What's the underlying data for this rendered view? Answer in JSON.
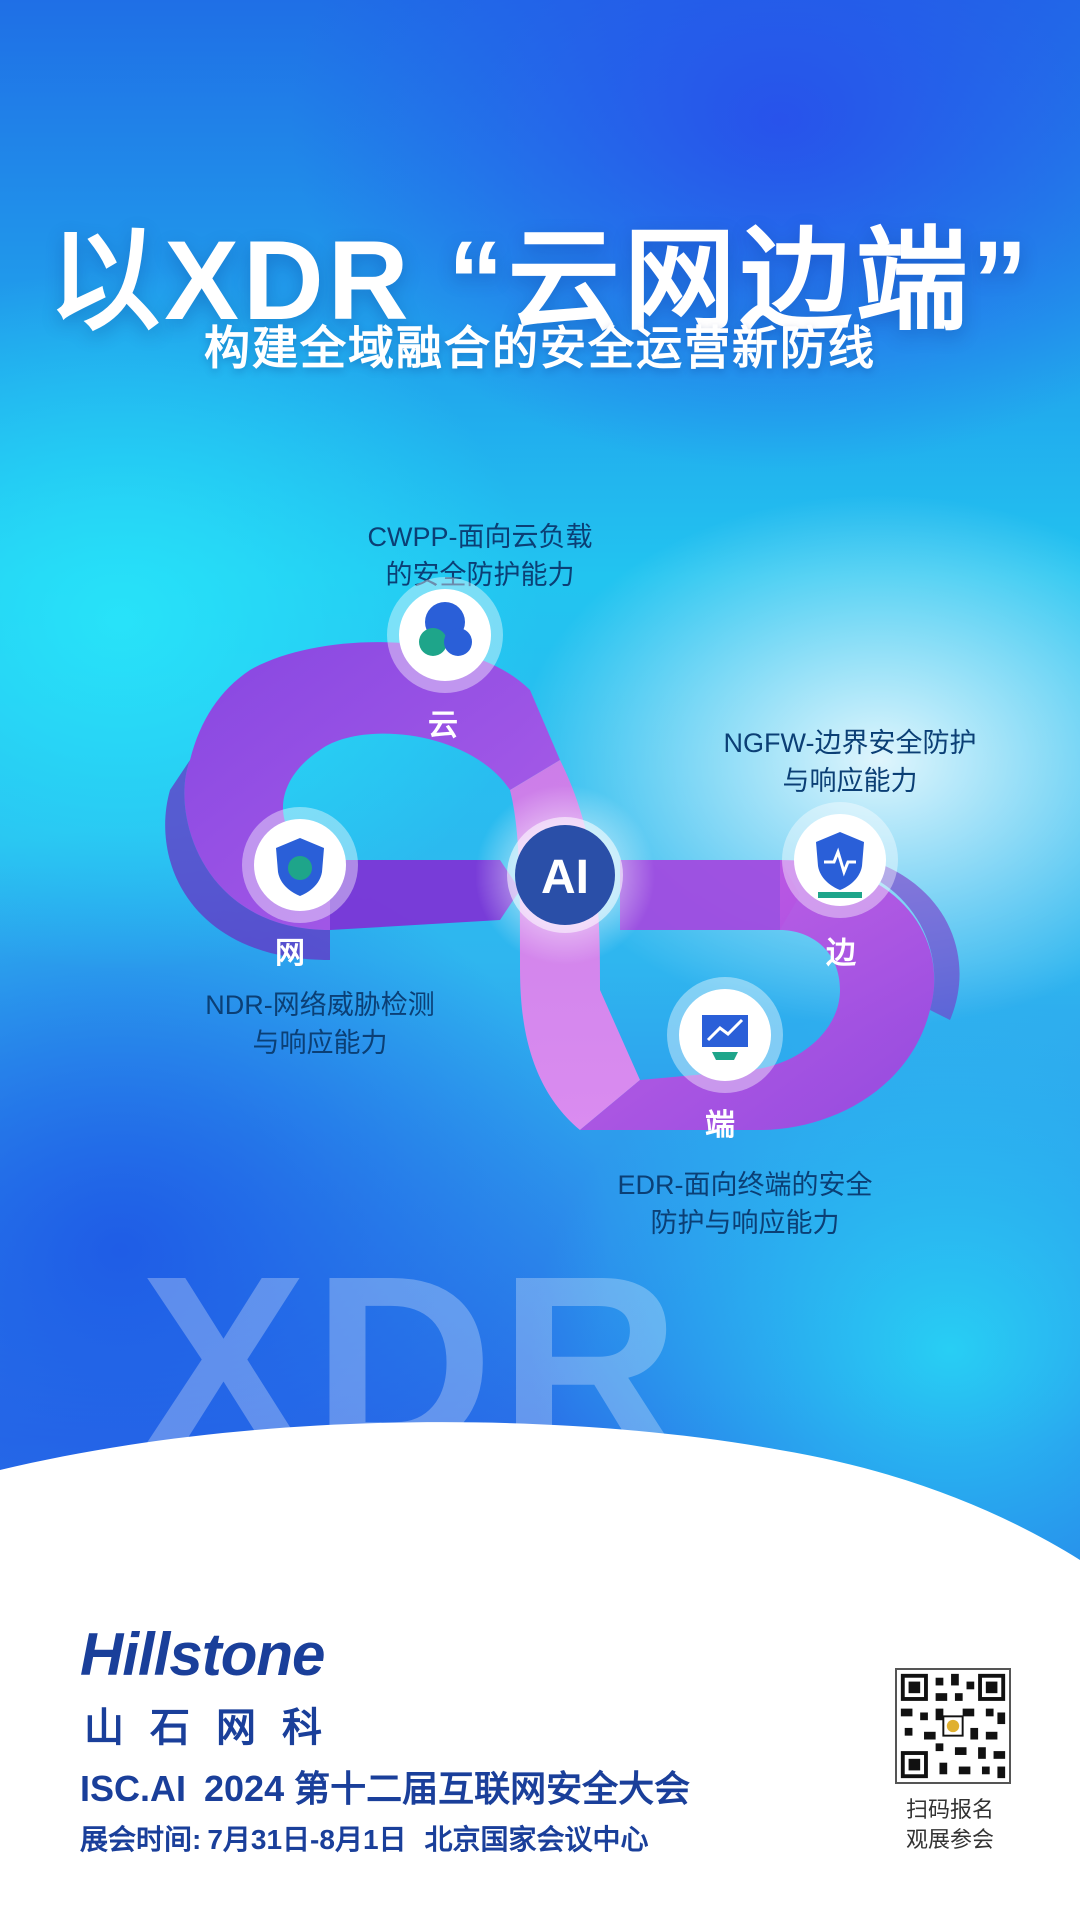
{
  "header": {
    "title": "以XDR “云网边端”",
    "subtitle": "构建全域融合的安全运营新防线"
  },
  "diagram": {
    "center_label": "AI",
    "nodes": [
      {
        "key": "cloud",
        "label": "云",
        "caption_line1": "CWPP-面向云负载",
        "caption_line2": "的安全防护能力",
        "icon": "cloud-icon"
      },
      {
        "key": "edge",
        "label": "边",
        "caption_line1": "NGFW-边界安全防护",
        "caption_line2": "与响应能力",
        "icon": "shield-pulse-icon"
      },
      {
        "key": "network",
        "label": "网",
        "caption_line1": "NDR-网络威胁检测",
        "caption_line2": "与响应能力",
        "icon": "shield-globe-icon"
      },
      {
        "key": "endpoint",
        "label": "端",
        "caption_line1": "EDR-面向终端的安全",
        "caption_line2": "防护与响应能力",
        "icon": "monitor-chart-icon"
      }
    ]
  },
  "watermark": "XDR",
  "footer": {
    "brand_en": "Hillstone",
    "brand_cn": "山石网科",
    "event_name": "ISC.AI",
    "event_year": "2024",
    "event_title": "第十二届互联网安全大会",
    "date_label": "展会时间:",
    "date_value": "7月31日-8月1日",
    "location": "北京国家会议中心",
    "qr_caption_line1": "扫码报名",
    "qr_caption_line2": "观展参会"
  },
  "colors": {
    "accent": "#1a3f9a",
    "purple": "#9b4be0",
    "pink": "#d86ae6"
  }
}
